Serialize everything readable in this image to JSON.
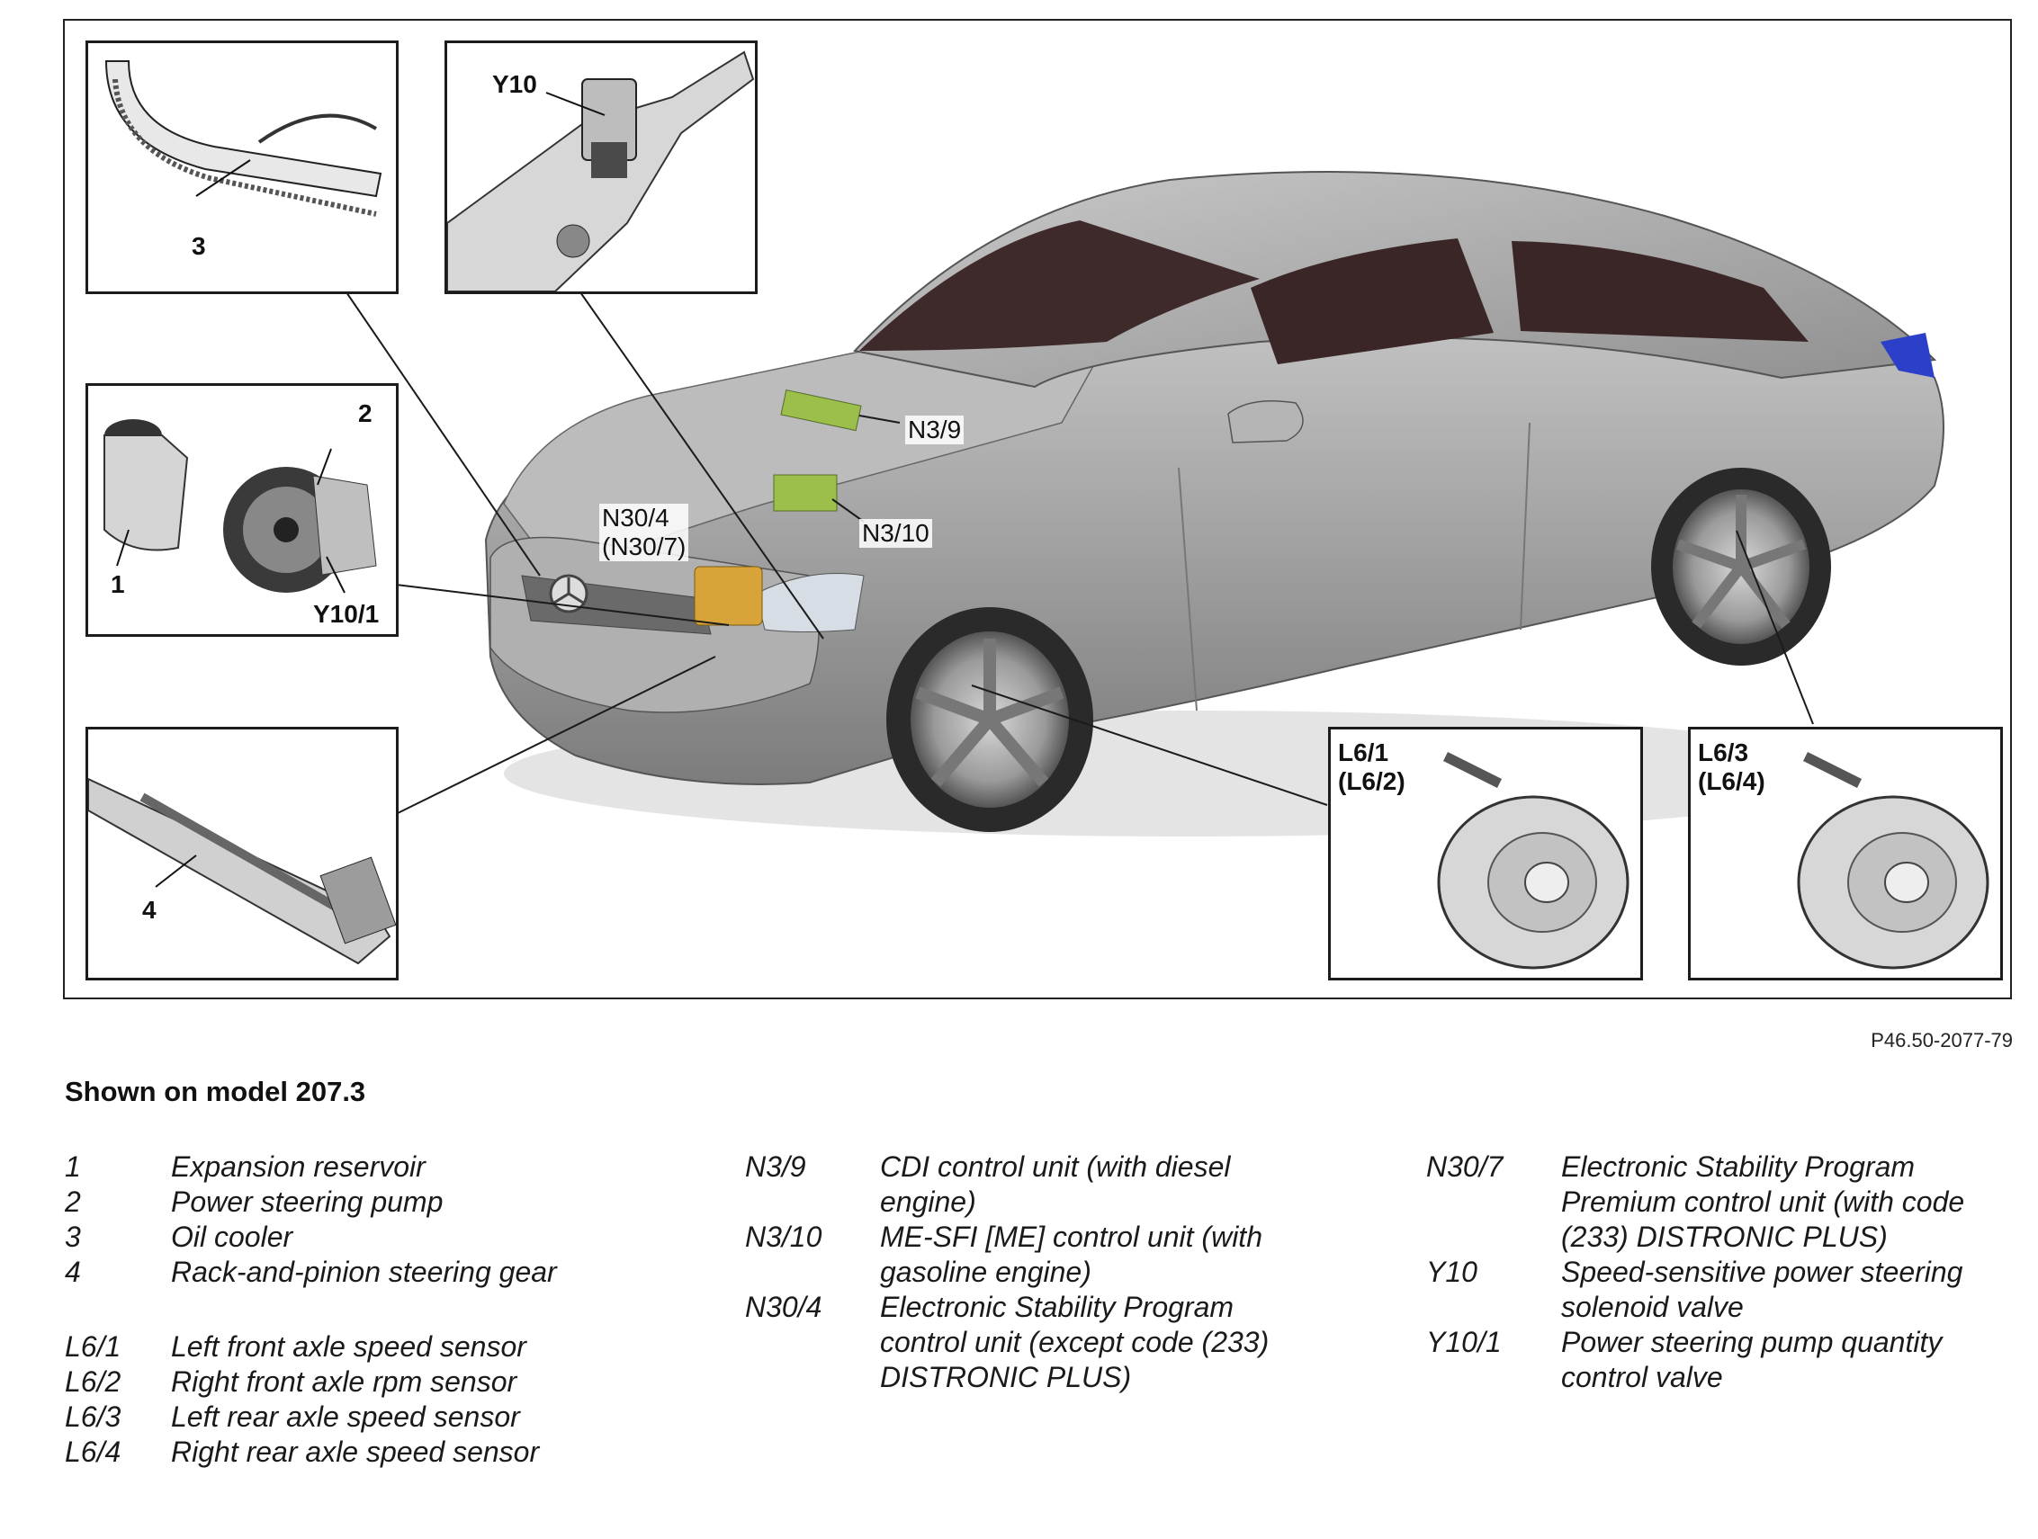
{
  "figure_code": "P46.50-2077-79",
  "model_caption": "Shown on model 207.3",
  "callouts": {
    "n3_9": "N3/9",
    "n3_10": "N3/10",
    "n30": "N30/4\n(N30/7)"
  },
  "insets": {
    "oil_cooler": {
      "label": "3"
    },
    "valve": {
      "label": "Y10"
    },
    "pump": {
      "label_reservoir": "1",
      "label_pump": "2",
      "label_valve": "Y10/1"
    },
    "steering_gear": {
      "label": "4"
    },
    "front_sensor": {
      "label": "L6/1\n(L6/2)"
    },
    "rear_sensor": {
      "label": "L6/3\n(L6/4)"
    }
  },
  "legend": {
    "col1": [
      {
        "code": "1",
        "desc": "Expansion reservoir"
      },
      {
        "code": "2",
        "desc": "Power steering pump"
      },
      {
        "code": "3",
        "desc": "Oil cooler"
      },
      {
        "code": "4",
        "desc": "Rack-and-pinion steering gear"
      }
    ],
    "col1b": [
      {
        "code": "L6/1",
        "desc": "Left front axle speed sensor"
      },
      {
        "code": "L6/2",
        "desc": "Right front axle rpm sensor"
      },
      {
        "code": "L6/3",
        "desc": "Left rear axle speed sensor"
      },
      {
        "code": "L6/4",
        "desc": "Right rear axle speed sensor"
      }
    ],
    "col2": [
      {
        "code": "N3/9",
        "desc": "CDI control unit (with diesel\nengine)"
      },
      {
        "code": "N3/10",
        "desc": "ME-SFI [ME] control unit (with\ngasoline engine)"
      },
      {
        "code": "N30/4",
        "desc": "Electronic Stability Program\ncontrol unit (except code (233)\nDISTRONIC PLUS)"
      }
    ],
    "col3": [
      {
        "code": "N30/7",
        "desc": "Electronic Stability Program\nPremium control unit (with code\n(233) DISTRONIC PLUS)"
      },
      {
        "code": "Y10",
        "desc": "Speed-sensitive power steering\nsolenoid valve"
      },
      {
        "code": "Y10/1",
        "desc": "Power steering pump quantity\ncontrol valve"
      }
    ]
  },
  "colors": {
    "car_body": "#a8a8a8",
    "glass": "#3a2626",
    "ecu_green": "#9bbf4a",
    "esp_unit": "#d8a43a",
    "taillight": "#2b3fc8"
  }
}
